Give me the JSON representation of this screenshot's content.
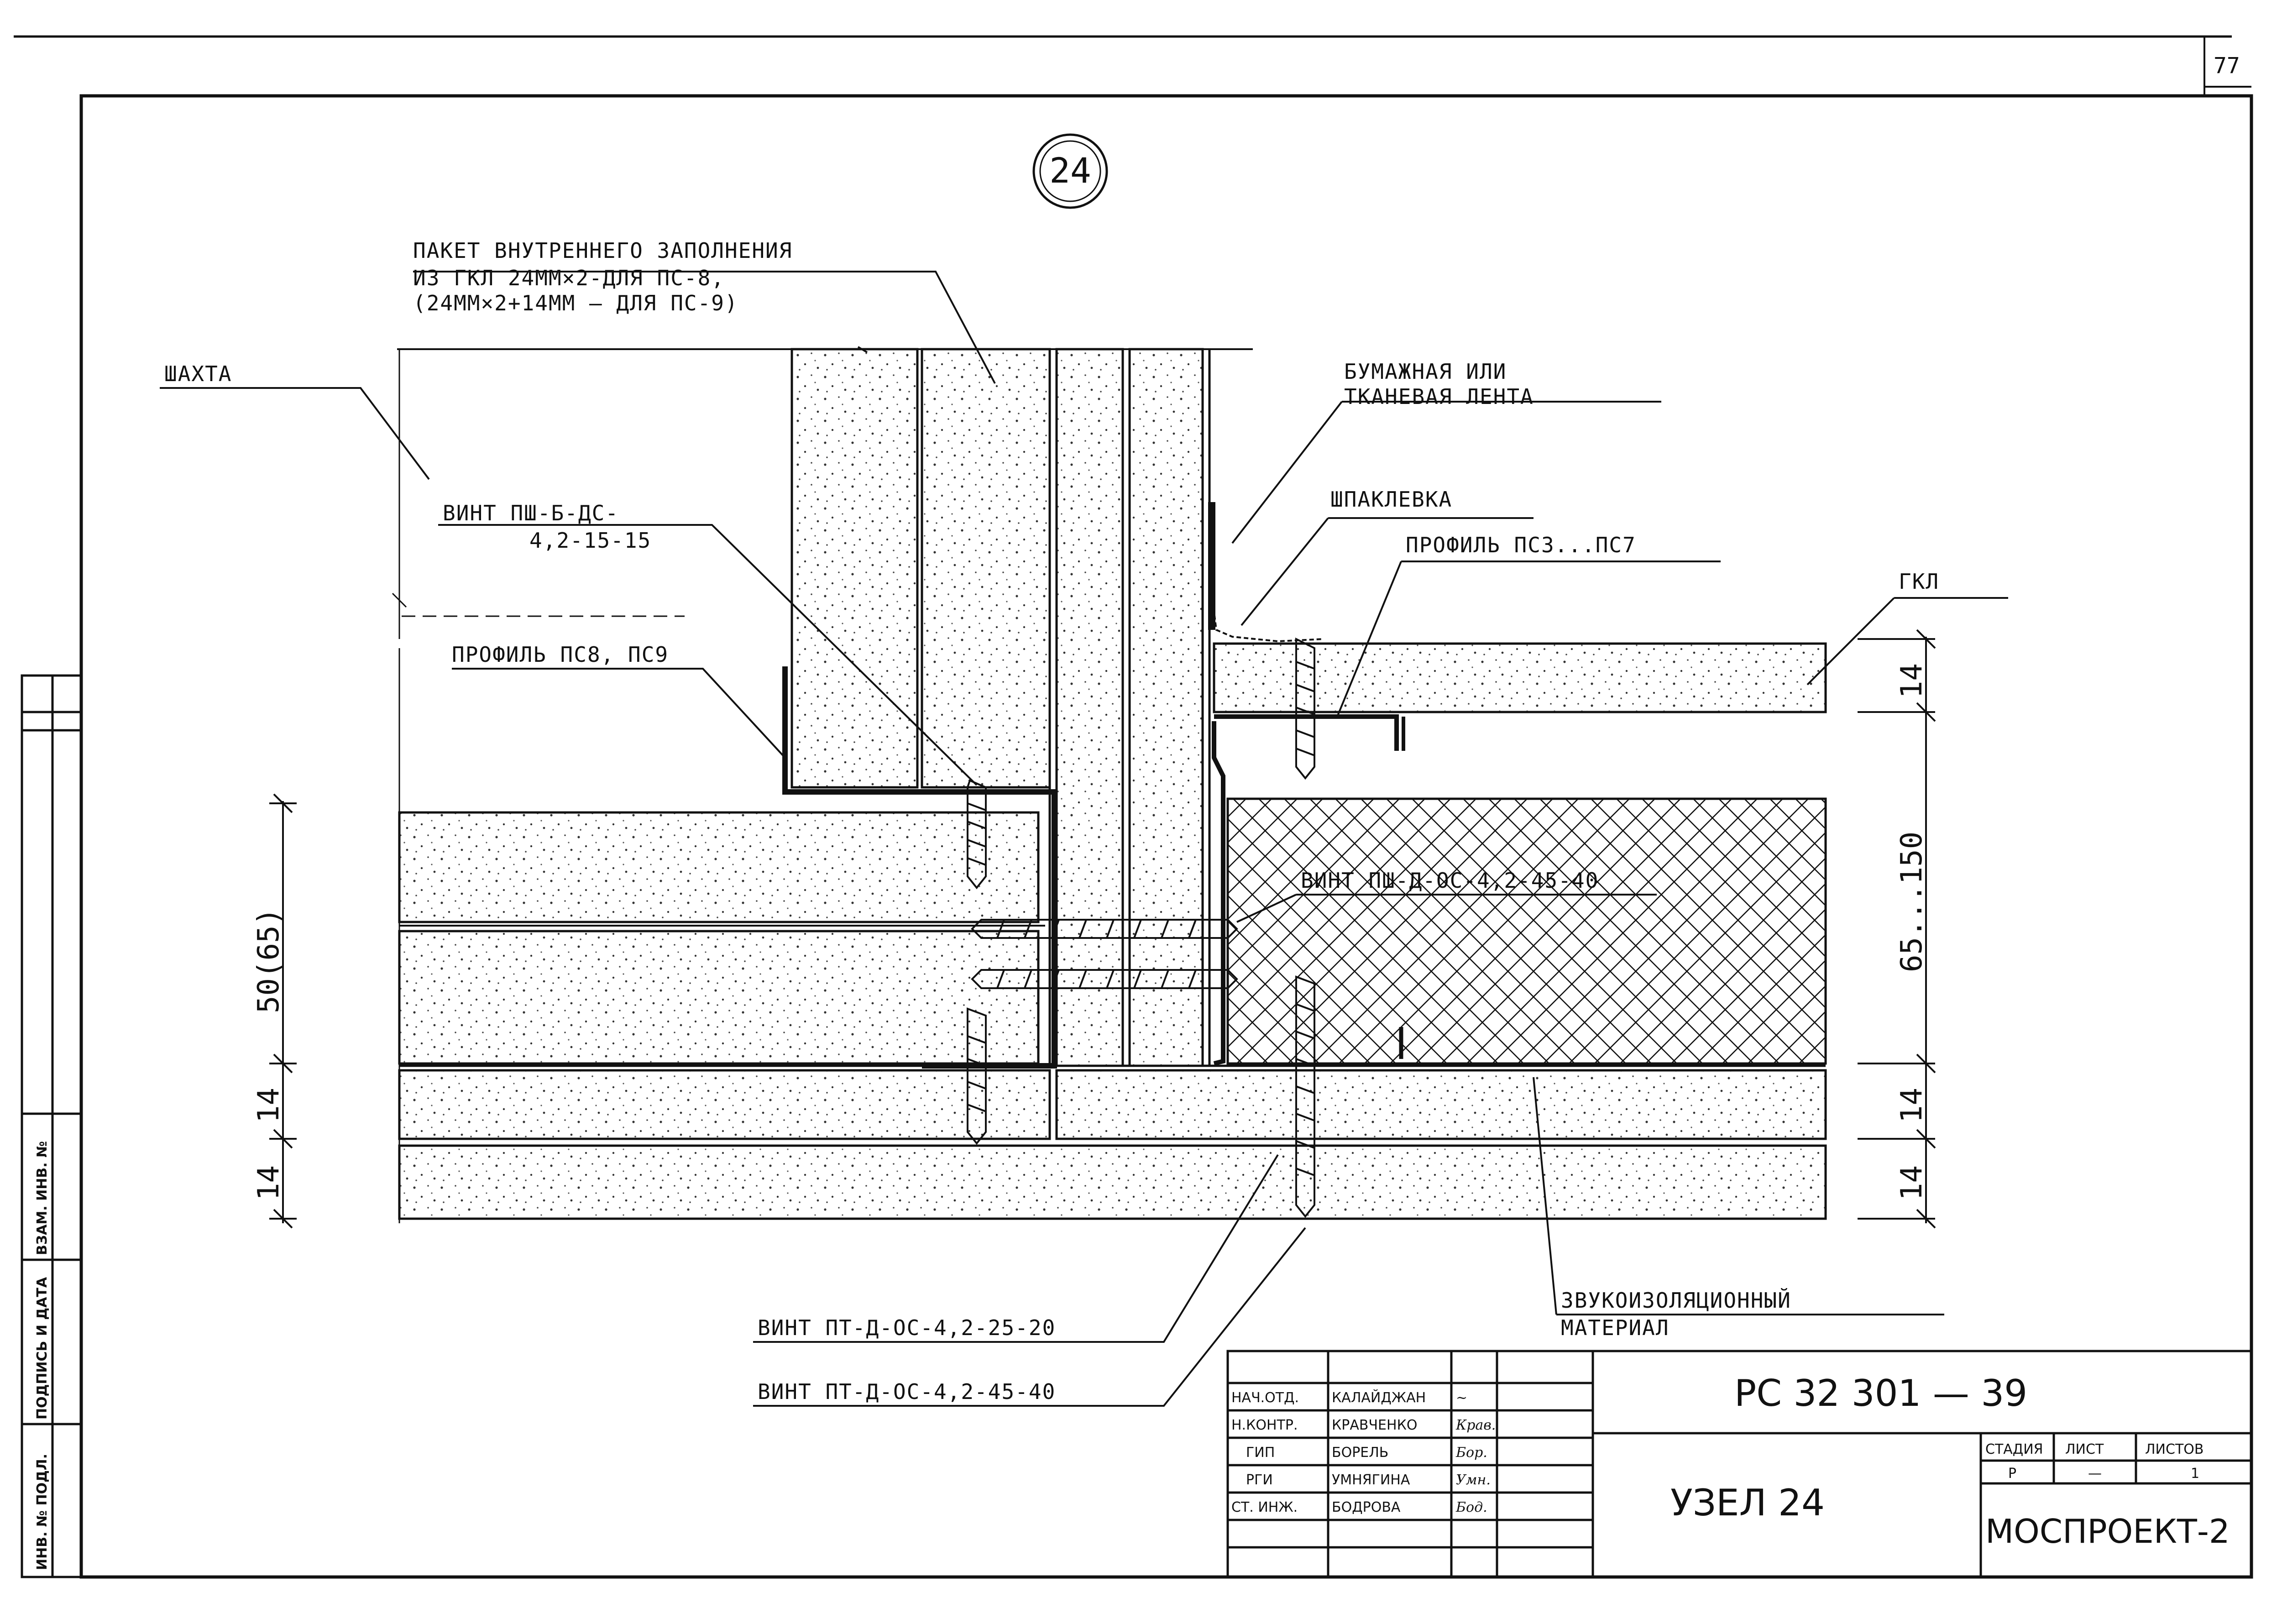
{
  "sheet": {
    "page_number": "77",
    "node_number": "24"
  },
  "labels": {
    "filling_packet": [
      "ПАКЕТ ВНУТРЕННЕГО ЗАПОЛНЕНИЯ",
      "ИЗ ГКЛ 24ММ×2-ДЛЯ ПС-8,",
      "(24ММ×2+14ММ — ДЛЯ ПС-9)"
    ],
    "shaft": "ШАХТА",
    "tape": [
      "БУМАЖНАЯ ИЛИ",
      "ТКАНЕВАЯ ЛЕНТА"
    ],
    "putty": "ШПАКЛЕВКА",
    "profile_ps3": "ПРОФИЛЬ ПС3...ПС7",
    "gkl": "ГКЛ",
    "screw_psh_b": [
      "ВИНТ ПШ-Б-ДС-",
      "4,2-15-15"
    ],
    "profile_ps8": "ПРОФИЛЬ ПС8, ПС9",
    "screw_psh_d": "ВИНТ ПШ-Д-ОС-4,2-45-40",
    "sound_insulation": [
      "ЗВУКОИЗОЛЯЦИОННЫЙ",
      "МАТЕРИАЛ"
    ],
    "screw_pt_25": "ВИНТ ПТ-Д-ОС-4,2-25-20",
    "screw_pt_45": "ВИНТ ПТ-Д-ОС-4,2-45-40"
  },
  "dimensions": {
    "left": [
      "50(65)",
      "14",
      "14"
    ],
    "right": [
      "14",
      "65...150",
      "14",
      "14"
    ]
  },
  "title_block": {
    "code": "РС 32 301 — 39",
    "title": "УЗЕЛ  24",
    "org": "МОСПРОЕКТ-2",
    "stage_header": "СТАДИЯ",
    "sheet_header": "ЛИСТ",
    "sheets_header": "ЛИСТОВ",
    "stage": "Р",
    "sheet": "—",
    "sheets": "1",
    "roles": [
      "НАЧ.ОТД.",
      "Н.КОНТР.",
      "ГИП",
      "РГИ",
      "СТ. ИНЖ."
    ],
    "names": [
      "КАЛАЙДЖАН",
      "КРАВЧЕНКО",
      "БОРЕЛЬ",
      "УМНЯГИНА",
      "БОДРОВА"
    ],
    "signatures": [
      "~",
      "Крав.",
      "Бор.",
      "Умн.",
      "Бод."
    ]
  },
  "side_stamp": [
    "ИНВ. № ПОДЛ.",
    "ПОДПИСЬ И ДАТА",
    "ВЗАМ. ИНВ. №"
  ]
}
